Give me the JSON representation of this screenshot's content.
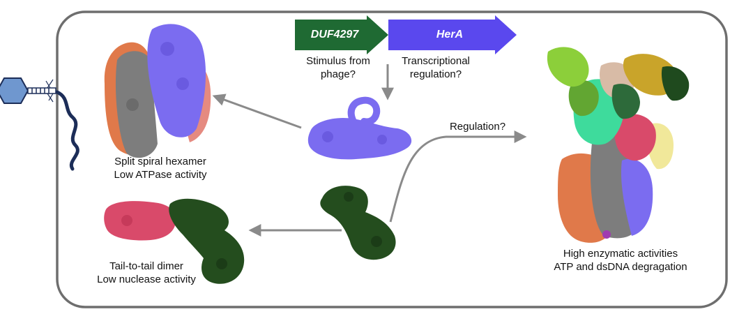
{
  "genes": {
    "duf4297": {
      "label": "DUF4297",
      "color": "#1f6a33"
    },
    "hera": {
      "label": "HerA",
      "color": "#5a48ee"
    }
  },
  "labels": {
    "stimulus": [
      "Stimulus from",
      "phage?"
    ],
    "transcriptional": [
      "Transcriptional",
      "regulation?"
    ],
    "regulation": "Regulation?",
    "hexamer": [
      "Split spiral hexamer",
      "Low ATPase activity"
    ],
    "dimer": [
      "Tail-to-tail dimer",
      "Low nuclease activity"
    ],
    "complex": [
      "High enzymatic activities",
      "ATP and dsDNA degragation"
    ]
  },
  "colors": {
    "border": "#6e6e6e",
    "arrow": "#8a8a8a",
    "hera_protein": "#7b6cf0",
    "duf_protein": "#244d1e",
    "hexamer_grey": "#7d7d7d",
    "hexamer_orange": "#e0794a",
    "hexamer_salmon": "#e58a80",
    "dimer_pink": "#d94a6a",
    "phage_head": "#6f97cf",
    "phage_tail": "#1c2d58"
  }
}
